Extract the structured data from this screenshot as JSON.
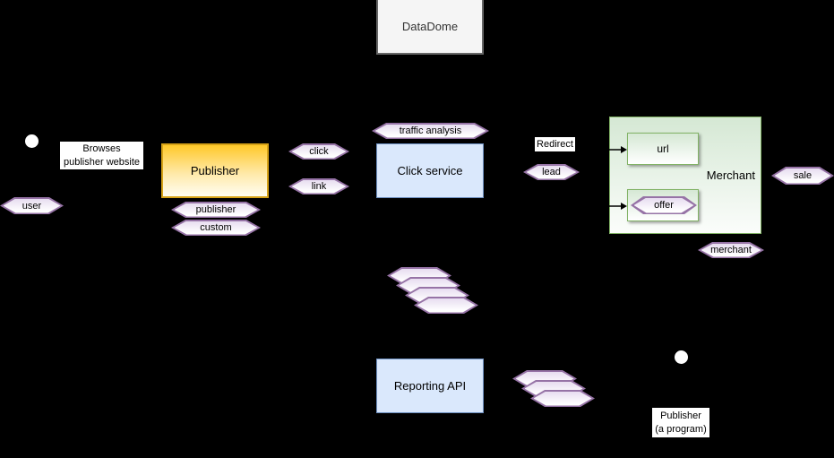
{
  "colors": {
    "background": "#000000",
    "gray_fill": "#f5f5f5",
    "gray_border": "#666666",
    "blue_fill": "#dae8fc",
    "blue_border": "#6c8ebf",
    "yellow_fill_top": "#ffc829",
    "yellow_border": "#d6a217",
    "green_fill": "#d5e8d4",
    "green_border": "#82b366",
    "purple_fill": "#e7ddf0",
    "purple_border": "#9673a6"
  },
  "boxes": {
    "datadome": "DataDome",
    "publisher": "Publisher",
    "click_service": "Click service",
    "reporting_api": "Reporting API",
    "merchant": "Merchant",
    "url": "url"
  },
  "hexagons": {
    "user": "user",
    "publisher_param": "publisher",
    "custom": "custom",
    "click": "click",
    "link": "link",
    "traffic_analysis": "traffic analysis",
    "lead": "lead",
    "sale": "sale",
    "merchant_param": "merchant",
    "offer": "offer"
  },
  "labels": {
    "browses_line1": "Browses",
    "browses_line2": "publisher website",
    "redirect": "Redirect",
    "publisher_program_line1": "Publisher",
    "publisher_program_line2": "(a program)"
  },
  "stacks": {
    "middle_empty_hexagons": 4,
    "right_empty_hexagons": 3
  }
}
